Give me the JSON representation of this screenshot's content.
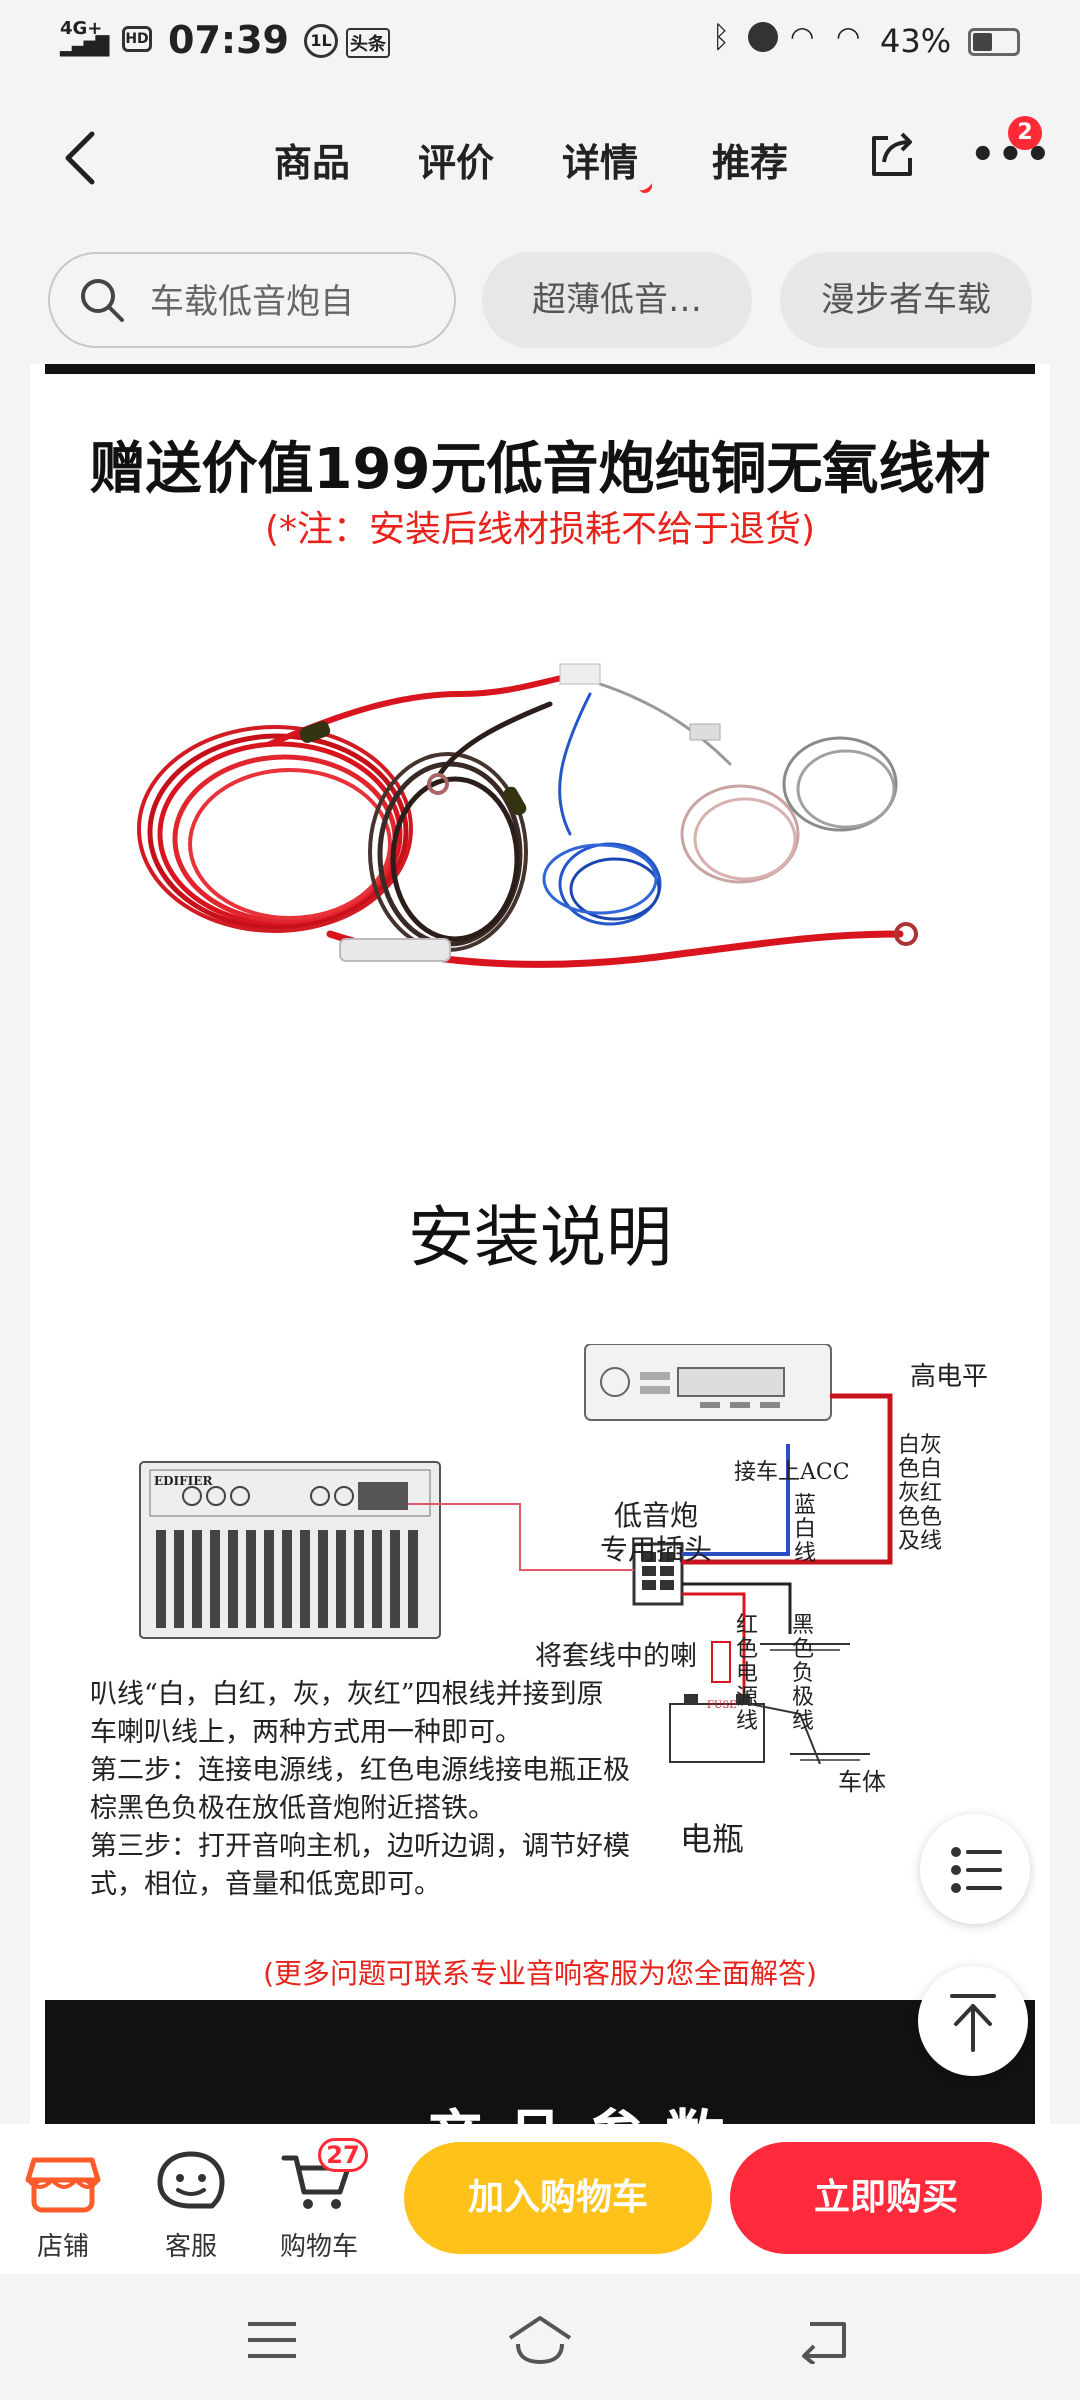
{
  "status_bar": {
    "network": "4G+",
    "hd": "HD",
    "time": "07:39",
    "icon_text": "1L",
    "app_badge": "头条",
    "battery_pct": "43%",
    "battery_level": 0.43
  },
  "nav": {
    "tabs": [
      {
        "label": "商品"
      },
      {
        "label": "评价"
      },
      {
        "label": "详情"
      },
      {
        "label": "推荐"
      }
    ],
    "active_tab": "详情",
    "more_badge": "2"
  },
  "search_row": {
    "search_text": "车载低音炮自",
    "chips": [
      "超薄低音…",
      "漫步者车载"
    ]
  },
  "content": {
    "gift_title": "赠送价值199元低音炮纯铜无氧线材",
    "gift_note": "(*注：安装后线材损耗不给于退货)",
    "install_title": "安装说明",
    "diagram": {
      "high_level": "高电平",
      "acc": "接车上ACC",
      "plug": [
        "低音炮",
        "专用插头"
      ],
      "blue_white": "蓝白线",
      "white_gray": "白灰色白灰红色色及线",
      "red_power": "红色电源线",
      "black_neg": "黑色负极线",
      "body": "车体",
      "battery": "电瓶",
      "fuse": "FUSE",
      "amp_brand": "EDIFIER"
    },
    "steps": [
      "将套线中的喇",
      "叭线“白，白红，灰，灰红”四根线并接到原",
      "车喇叭线上，两种方式用一种即可。",
      "第二步：连接电源线，红色电源线接电瓶正极",
      "棕黑色负极在放低音炮附近搭铁。",
      "第三步：打开音响主机，边听边调，调节好模",
      "式，相位，音量和低宽即可。"
    ],
    "more_questions": "(更多问题可联系专业音响客服为您全面解答)",
    "next_section": "产品参数"
  },
  "bottom_bar": {
    "store": "店铺",
    "service": "客服",
    "cart": "购物车",
    "cart_count": "27",
    "add_to_cart": "加入购物车",
    "buy_now": "立即购买"
  },
  "colors": {
    "accent_red": "#ff2b3c",
    "accent_yellow": "#ffc21a",
    "note_red": "#e8231c",
    "store_orange": "#ff5a2a"
  }
}
